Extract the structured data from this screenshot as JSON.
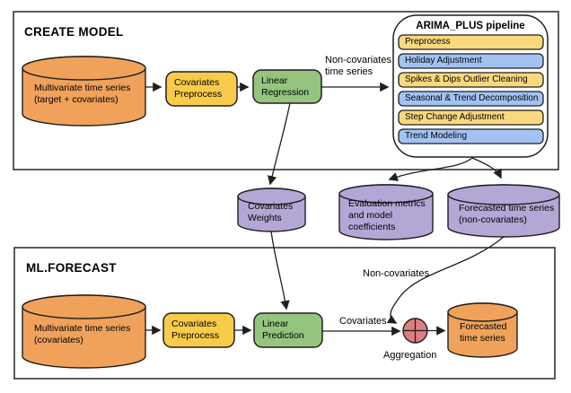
{
  "diagram": {
    "create_model": {
      "title": "CREATE MODEL",
      "source_cylinder": "Multivariate time series\n(target + covariates)",
      "covariates_preprocess": "Covariates\nPreprocess",
      "linear_regression": "Linear\nRegression",
      "edge_label_non_covariates": "Non-covariates\ntime series",
      "pipeline": {
        "title": "ARIMA_PLUS pipeline",
        "steps": [
          {
            "label": "Preprocess"
          },
          {
            "label": "Holiday Adjustment"
          },
          {
            "label": "Spikes & Dips Outlier Cleaning"
          },
          {
            "label": "Seasonal & Trend Decomposition"
          },
          {
            "label": "Step Change Adjustment"
          },
          {
            "label": "Trend Modeling"
          }
        ]
      }
    },
    "intermediate": {
      "covariates_weights": "Covariates\nWeights",
      "evaluation_metrics": "Evaluation metrics\nand model\ncoefficients",
      "forecasted_non_covariates": "Forecasted time series\n(non-covariates)"
    },
    "ml_forecast": {
      "title": "ML.FORECAST",
      "source_cylinder": "Multivariate time series\n(covariates)",
      "covariates_preprocess": "Covariates\nPreprocess",
      "linear_prediction": "Linear\nPrediction",
      "edge_label_covariates": "Covariates",
      "edge_label_non_covariates": "Non-covariates",
      "aggregation_label": "Aggregation",
      "output_cylinder": "Forecasted\ntime series"
    },
    "colors": {
      "orange": "#F0A25B",
      "gold": "#F9CB4A",
      "pipeline_yellow": "#FAD87E",
      "pipeline_blue": "#A2C2F2",
      "green": "#94C47E",
      "purple": "#B4A7D6",
      "red": "#DE7E80",
      "stroke": "#1f1f1f",
      "box_stroke": "#333333"
    }
  }
}
